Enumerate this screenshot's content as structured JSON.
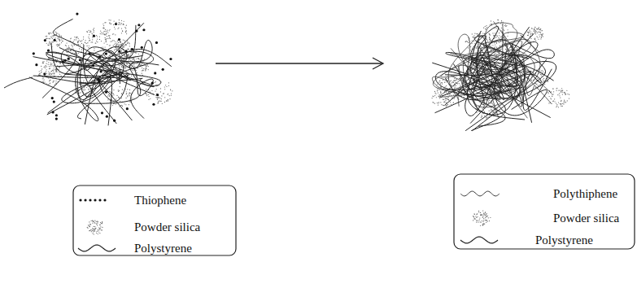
{
  "diagram": {
    "legend": [
      {
        "text": "Thiophene"
      },
      {
        "text": "Powder silica"
      },
      {
        "text": "Polystyrene"
      },
      {
        "text": "Polythiphene"
      },
      {
        "text": "Powder silica"
      },
      {
        "text": "Polystyrene"
      }
    ]
  }
}
